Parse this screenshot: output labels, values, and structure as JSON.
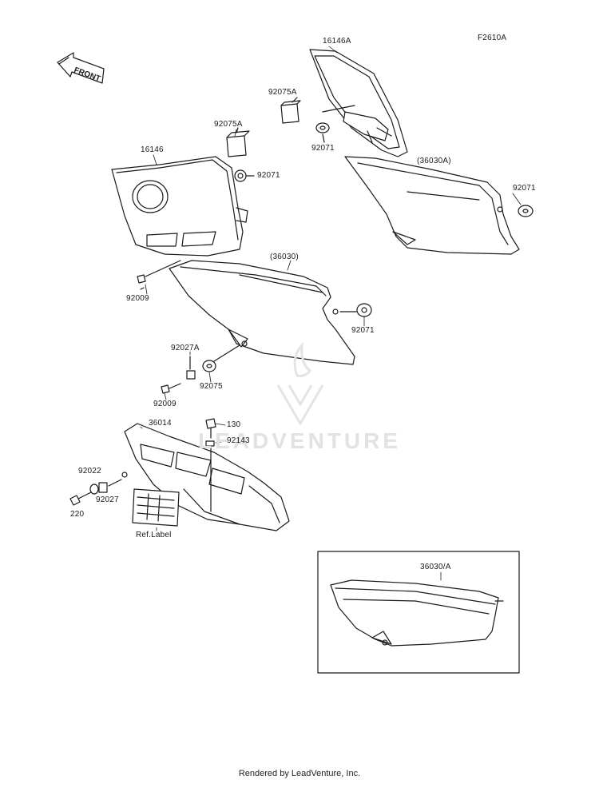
{
  "figure_code": "F2610A",
  "front_label": "FRONT",
  "watermark_text": "LEADVENTURE",
  "footer": "Rendered by LeadVenture, Inc.",
  "parts": {
    "p16146A": "16146A",
    "p92075A_top": "92075A",
    "p92071_a": "92071",
    "p36030A": "(36030A)",
    "p92071_b": "92071",
    "p92075A": "92075A",
    "p16146": "16146",
    "p92071_c": "92071",
    "p36030": "(36030)",
    "p92009_a": "92009",
    "p92071_d": "92071",
    "p92027A": "92027A",
    "p92075": "92075",
    "p92009_b": "92009",
    "p36014": "36014",
    "p130": "130",
    "p92143": "92143",
    "p92022": "92022",
    "p92027": "92027",
    "p220": "220",
    "ref_label": "Ref.Label",
    "p36030_A_inset": "36030/A"
  },
  "colors": {
    "line": "#1a1a1a",
    "watermark": "#e4e4e4"
  }
}
